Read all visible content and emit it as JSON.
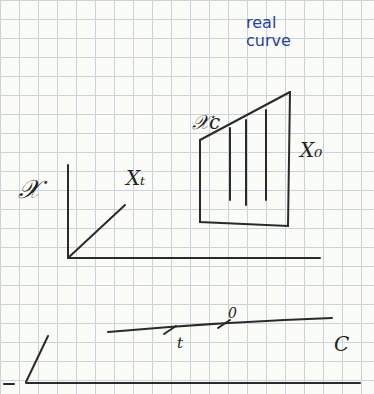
{
  "diagram": {
    "labels": [
      "real curve",
      "𝒳c",
      "X₀",
      "Xₜ",
      "𝒳",
      "t",
      "0",
      "C"
    ]
  }
}
